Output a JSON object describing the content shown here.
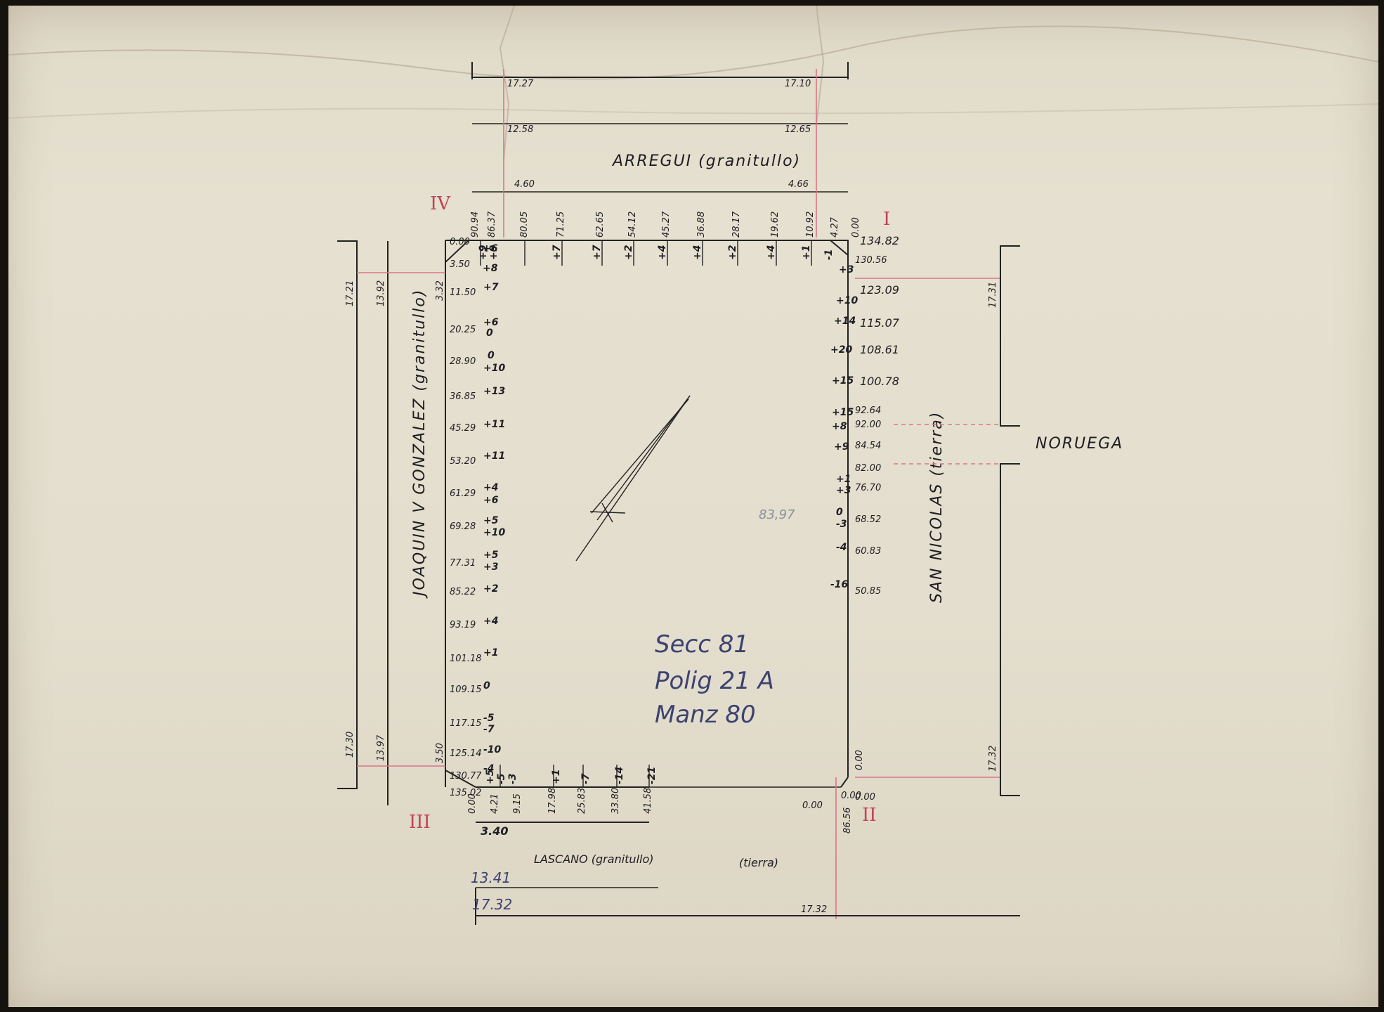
{
  "streets": {
    "top": "ARREGUI (granitullo)",
    "left": "JOAQUIN V GONZALEZ (granitullo)",
    "right": "SAN NICOLAS (tierra)",
    "right_far": "NORUEGA",
    "bottom": "LASCANO (granitullo)",
    "bottom_note": "(tierra)"
  },
  "corners": {
    "c1": "I",
    "c2": "II",
    "c3": "III",
    "c4": "IV"
  },
  "block_id": {
    "line1": "Secc 81",
    "line2": "Polig 21 A",
    "line3": "Manz 80"
  },
  "pencil_note": "83,97",
  "top_dims": {
    "a": "17.27",
    "b": "17.10",
    "c": "12.58",
    "d": "12.65",
    "e": "4.60",
    "f": "4.66"
  },
  "top_chainage": [
    "90.94",
    "86.37",
    "80.05",
    "71.25",
    "62.65",
    "54.12",
    "45.27",
    "36.88",
    "28.17",
    "19.62",
    "10.92",
    "4.27",
    "0.00"
  ],
  "top_offsets": [
    "+9",
    "+9",
    "+7",
    "+7",
    "+2",
    "+4",
    "+4",
    "+2",
    "+4",
    "+1",
    "-1"
  ],
  "right_chainage": [
    "134.82",
    "130.56",
    "123.09",
    "115.07",
    "108.61",
    "100.78",
    "92.64",
    "92.00",
    "84.54",
    "82.00",
    "76.70",
    "68.52",
    "60.83",
    "50.85"
  ],
  "right_offsets": [
    "+3",
    "+10",
    "+14",
    "+20",
    "+15",
    "+15",
    "+8",
    "+9",
    "+1",
    "+3",
    "0",
    "-3",
    "-4",
    "-16"
  ],
  "right_dims": {
    "a": "17.31",
    "b": "17.32",
    "c": "0.00",
    "d": "0.00"
  },
  "left_chainage": [
    "0.00",
    "3.50",
    "11.50",
    "20.25",
    "28.90",
    "36.85",
    "45.29",
    "53.20",
    "61.29",
    "69.28",
    "77.31",
    "85.22",
    "93.19",
    "101.18",
    "109.15",
    "117.15",
    "125.14",
    "130.77",
    "135.02"
  ],
  "left_offsets": [
    "+6",
    "+8",
    "+7",
    "+6",
    "0",
    "0",
    "+10",
    "+13",
    "+11",
    "+11",
    "+4",
    "+6",
    "+5",
    "+10",
    "+5",
    "+3",
    "+2",
    "+4",
    "+1",
    "0",
    "-5",
    "-7",
    "-10",
    "-4"
  ],
  "left_dims": {
    "a": "17.21",
    "b": "13.92",
    "c": "3.32",
    "d": "17.30",
    "e": "13.97",
    "f": "3.50"
  },
  "bottom_chainage": [
    "0.00",
    "4.21",
    "9.15",
    "17.98",
    "25.83",
    "33.80",
    "41.58",
    "0.00",
    "86.56"
  ],
  "bottom_offsets": [
    "+5",
    "-5",
    "-3",
    "+1",
    "-7",
    "-14",
    "-21"
  ],
  "bottom_dims": {
    "a": "3.40",
    "b": "13.41",
    "c": "17.32",
    "d": "17.32",
    "e": "0.00"
  }
}
